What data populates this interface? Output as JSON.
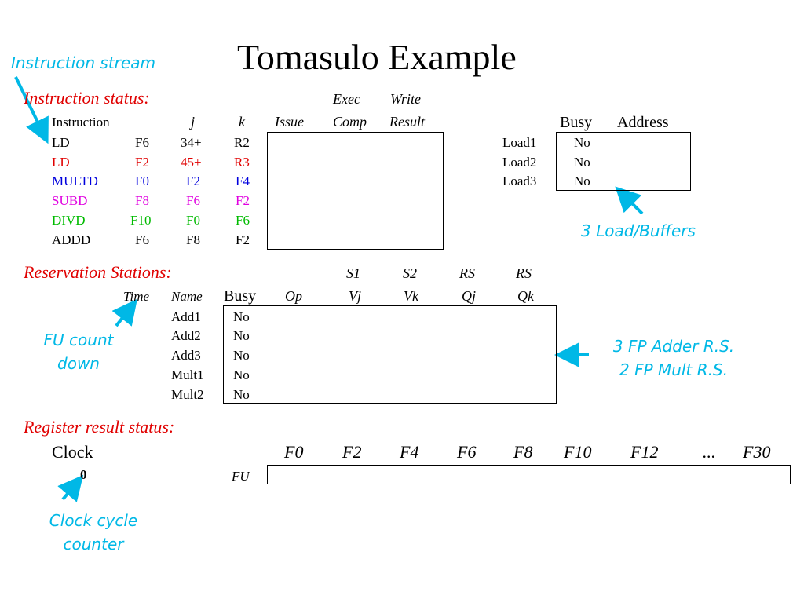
{
  "title": "Tomasulo Example",
  "colors": {
    "annotation": "#00b8e6",
    "section": "#e00000",
    "black": "#000000",
    "red": "#e00000",
    "blue": "#0000dd",
    "magenta": "#e000e0",
    "green": "#00bb00"
  },
  "annotations": {
    "instruction_stream": "Instruction stream",
    "load_buffers": "3 Load/Buffers",
    "fu_count": "FU count\ndown",
    "rs_summary": "3 FP Adder R.S.\n2 FP Mult R.S.",
    "clock_cycle": "Clock cycle\ncounter"
  },
  "instruction_status": {
    "label": "Instruction status:",
    "group_headers": {
      "exec": "Exec",
      "write": "Write"
    },
    "headers": {
      "instruction": "Instruction",
      "j": "j",
      "k": "k",
      "issue": "Issue",
      "comp": "Comp",
      "result": "Result"
    },
    "rows": [
      {
        "op": "LD",
        "j": "F6",
        "jreg": "34+",
        "k": "R2",
        "color": "black"
      },
      {
        "op": "LD",
        "j": "F2",
        "jreg": "45+",
        "k": "R3",
        "color": "red"
      },
      {
        "op": "MULTD",
        "j": "F0",
        "jreg": "F2",
        "k": "F4",
        "color": "blue"
      },
      {
        "op": "SUBD",
        "j": "F8",
        "jreg": "F6",
        "k": "F2",
        "color": "magenta"
      },
      {
        "op": "DIVD",
        "j": "F10",
        "jreg": "F0",
        "k": "F6",
        "color": "green"
      },
      {
        "op": "ADDD",
        "j": "F6",
        "jreg": "F8",
        "k": "F2",
        "color": "black"
      }
    ]
  },
  "load_buffers": {
    "headers": {
      "busy": "Busy",
      "address": "Address"
    },
    "rows": [
      {
        "name": "Load1",
        "busy": "No"
      },
      {
        "name": "Load2",
        "busy": "No"
      },
      {
        "name": "Load3",
        "busy": "No"
      }
    ]
  },
  "reservation_stations": {
    "label": "Reservation Stations:",
    "group_headers": {
      "s1": "S1",
      "s2": "S2",
      "rs1": "RS",
      "rs2": "RS"
    },
    "headers": {
      "time": "Time",
      "name": "Name",
      "busy": "Busy",
      "op": "Op",
      "vj": "Vj",
      "vk": "Vk",
      "qj": "Qj",
      "qk": "Qk"
    },
    "rows": [
      {
        "name": "Add1",
        "busy": "No"
      },
      {
        "name": "Add2",
        "busy": "No"
      },
      {
        "name": "Add3",
        "busy": "No"
      },
      {
        "name": "Mult1",
        "busy": "No"
      },
      {
        "name": "Mult2",
        "busy": "No"
      }
    ]
  },
  "register_result": {
    "label": "Register result status:",
    "clock_label": "Clock",
    "clock_value": "0",
    "fu_label": "FU",
    "registers": [
      "F0",
      "F2",
      "F4",
      "F6",
      "F8",
      "F10",
      "F12",
      "...",
      "F30"
    ]
  }
}
